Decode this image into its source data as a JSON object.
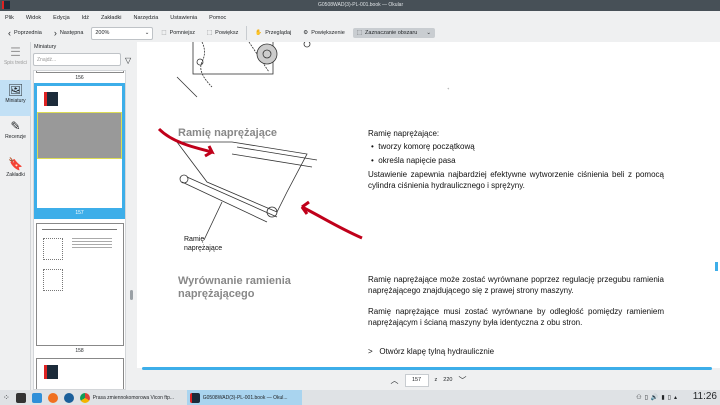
{
  "window": {
    "title": "G0508WAD(3)-PL-001.book — Okular"
  },
  "menu": [
    "Plik",
    "Widok",
    "Edycja",
    "Idź",
    "Zakładki",
    "Narzędzia",
    "Ustawienia",
    "Pomoc"
  ],
  "toolbar": {
    "prev": "Poprzednia",
    "next": "Następna",
    "zoom": "200%",
    "zoom_out": "Pomniejsz",
    "zoom_in": "Powiększ",
    "browse": "Przeglądaj",
    "magnifier": "Powiększenie",
    "select_area": "Zaznaczanie obszaru"
  },
  "sidebar": {
    "items": [
      {
        "label": "Spis treści",
        "icon": "toc-icon"
      },
      {
        "label": "Miniatury",
        "icon": "image-icon"
      },
      {
        "label": "Recenzje",
        "icon": "pen-icon"
      },
      {
        "label": "Zakładki",
        "icon": "bookmark-icon"
      }
    ],
    "panel_title": "Miniatury",
    "search_placeholder": "Znajdź...",
    "thumbnails": [
      "156",
      "157",
      "158"
    ]
  },
  "page": {
    "heading1": "Ramię naprężające",
    "callout": "Ramię naprężające",
    "intro": "Ramię naprężające:",
    "bullets": [
      "tworzy komorę początkową",
      "określa napięcie pasa"
    ],
    "para1": "Ustawienie zapewnia najbardziej efektywne wytworzenie ciśnienia beli z pomocą cylindra ciśnienia hydraulicznego i sprężyny.",
    "heading2": "Wyrównanie ramienia naprężającego",
    "para2": "Ramię naprężające może zostać wyrównane poprzez regulację przegubu ramienia naprężającego znajdującego się z prawej strony maszyny.",
    "para3": "Ramię naprężające musi zostać wyrównane by odległość pomiędzy ramieniem naprężającym i ścianą maszyny była identyczna z obu stron.",
    "step1": "Otwórz klapę tylną hydraulicznie",
    "step_marker": ">"
  },
  "pagenav": {
    "current": "157",
    "separator": "z",
    "total": "220"
  },
  "taskbar": {
    "tasks": [
      "Prasa zmiennokomorowa Vicon ftp...",
      "G0508WAD(3)-PL-001.book — Okul..."
    ],
    "clock": "11:26"
  },
  "colors": {
    "accent": "#3daee9",
    "annotation": "#c0001a"
  }
}
